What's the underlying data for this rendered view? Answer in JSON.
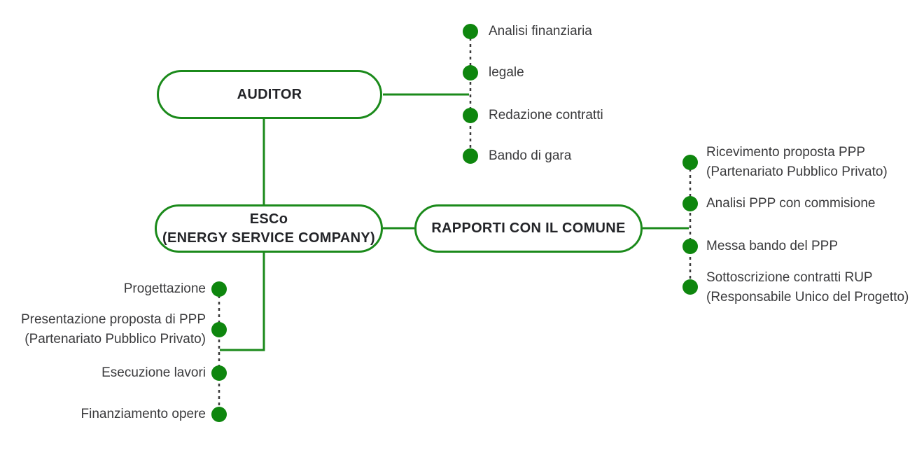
{
  "colors": {
    "line_green": "#1b8a1b",
    "dot_green": "#0e860e",
    "dash_gray": "#3a3a3a",
    "node_title_text": "#232428",
    "task_label_text": "#3a3a3c",
    "background": "#ffffff"
  },
  "nodes": {
    "auditor": {
      "label": "AUDITOR"
    },
    "esco": {
      "line1": "ESCo",
      "line2": "(ENERGY SERVICE COMPANY)"
    },
    "comune": {
      "label": "RAPPORTI CON IL COMUNE"
    }
  },
  "auditor_tasks": {
    "items": [
      {
        "line1": "Analisi finanziaria"
      },
      {
        "line1": "legale"
      },
      {
        "line1": "Redazione contratti"
      },
      {
        "line1": "Bando di gara"
      }
    ]
  },
  "comune_tasks": {
    "items": [
      {
        "line1": "Ricevimento proposta PPP",
        "line2": "(Partenariato Pubblico Privato)"
      },
      {
        "line1": "Analisi PPP con commisione"
      },
      {
        "line1": "Messa bando del PPP"
      },
      {
        "line1": "Sottoscrizione contratti RUP",
        "line2": "(Responsabile Unico del Progetto)"
      }
    ]
  },
  "esco_tasks": {
    "items": [
      {
        "line1": "Progettazione"
      },
      {
        "line1": "Presentazione proposta di PPP",
        "line2": "(Partenariato Pubblico Privato)"
      },
      {
        "line1": "Esecuzione lavori"
      },
      {
        "line1": "Finanziamento opere"
      }
    ]
  }
}
